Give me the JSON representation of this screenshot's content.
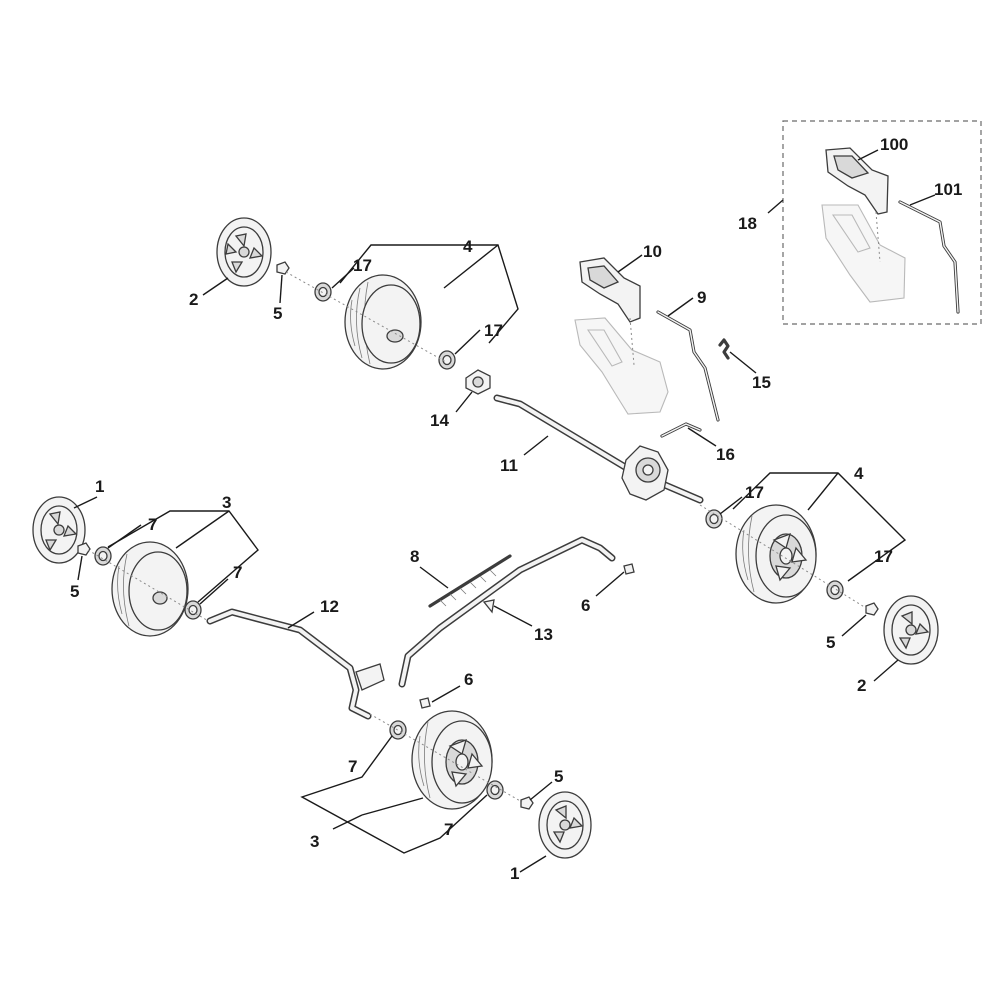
{
  "diagram": {
    "kit_box": {
      "label": "18",
      "items": [
        "100",
        "101"
      ]
    },
    "callouts": [
      "100",
      "101",
      "18",
      "10",
      "9",
      "15",
      "16",
      "2",
      "5",
      "17",
      "4",
      "17",
      "14",
      "11",
      "17",
      "4",
      "17",
      "5",
      "2",
      "1",
      "7",
      "3",
      "7",
      "5",
      "8",
      "12",
      "13",
      "6",
      "6",
      "7",
      "5",
      "3",
      "7",
      "1"
    ]
  }
}
